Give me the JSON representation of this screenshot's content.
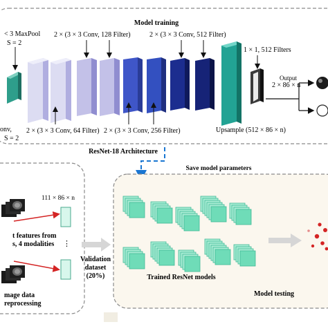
{
  "model_training": {
    "title": "Model training",
    "maxpool_label_1": "< 3 MaxPool",
    "maxpool_label_2": "S = 2",
    "conv128_label": "2 × (3 × 3 Conv, 128 Filter)",
    "conv512_label": "2 × (3 × 3 Conv, 512 Filter)",
    "conv1x1_label": "1 × 1, 512 Filters",
    "output_label": "Output",
    "output_dims": "2 × 86 × n",
    "first_conv_label_1": "onv,",
    "first_conv_label_2": "S = 2",
    "conv64_label": "2 × (3 × 3 Conv, 64 Filter)",
    "conv256_label": "2 × (3 × 3 Conv, 256 Filter)",
    "upsample_label": "Upsample (512 × 86 × n)"
  },
  "architecture_label": "ResNet-18 Architecture",
  "save_label": "Save model parameters",
  "left_panel": {
    "input_dims": "111 × 86 × n",
    "features_line_1": "t features from",
    "features_line_2": "s, 4 modalities",
    "image_line_1": "mage data",
    "image_line_2": "reprocessing"
  },
  "validation": {
    "line_1": "Validation",
    "line_2": "dataset",
    "line_3": "(20%)"
  },
  "trained_models_label": "Trained ResNet models",
  "model_testing_label": "Model testing",
  "colors": {
    "teal": "#2e9e8b",
    "lavender_light": "#dcdcf2",
    "lavender": "#c3c1e8",
    "blue": "#3f56c8",
    "navy": "#162377",
    "teal_tall": "#22a394",
    "panel_bg": "#fbf7ee",
    "model_green": "#6fdcb8",
    "accent_red": "#d42424",
    "dashed_blue": "#1976d2",
    "pale_cyan": "#bff0dd"
  }
}
